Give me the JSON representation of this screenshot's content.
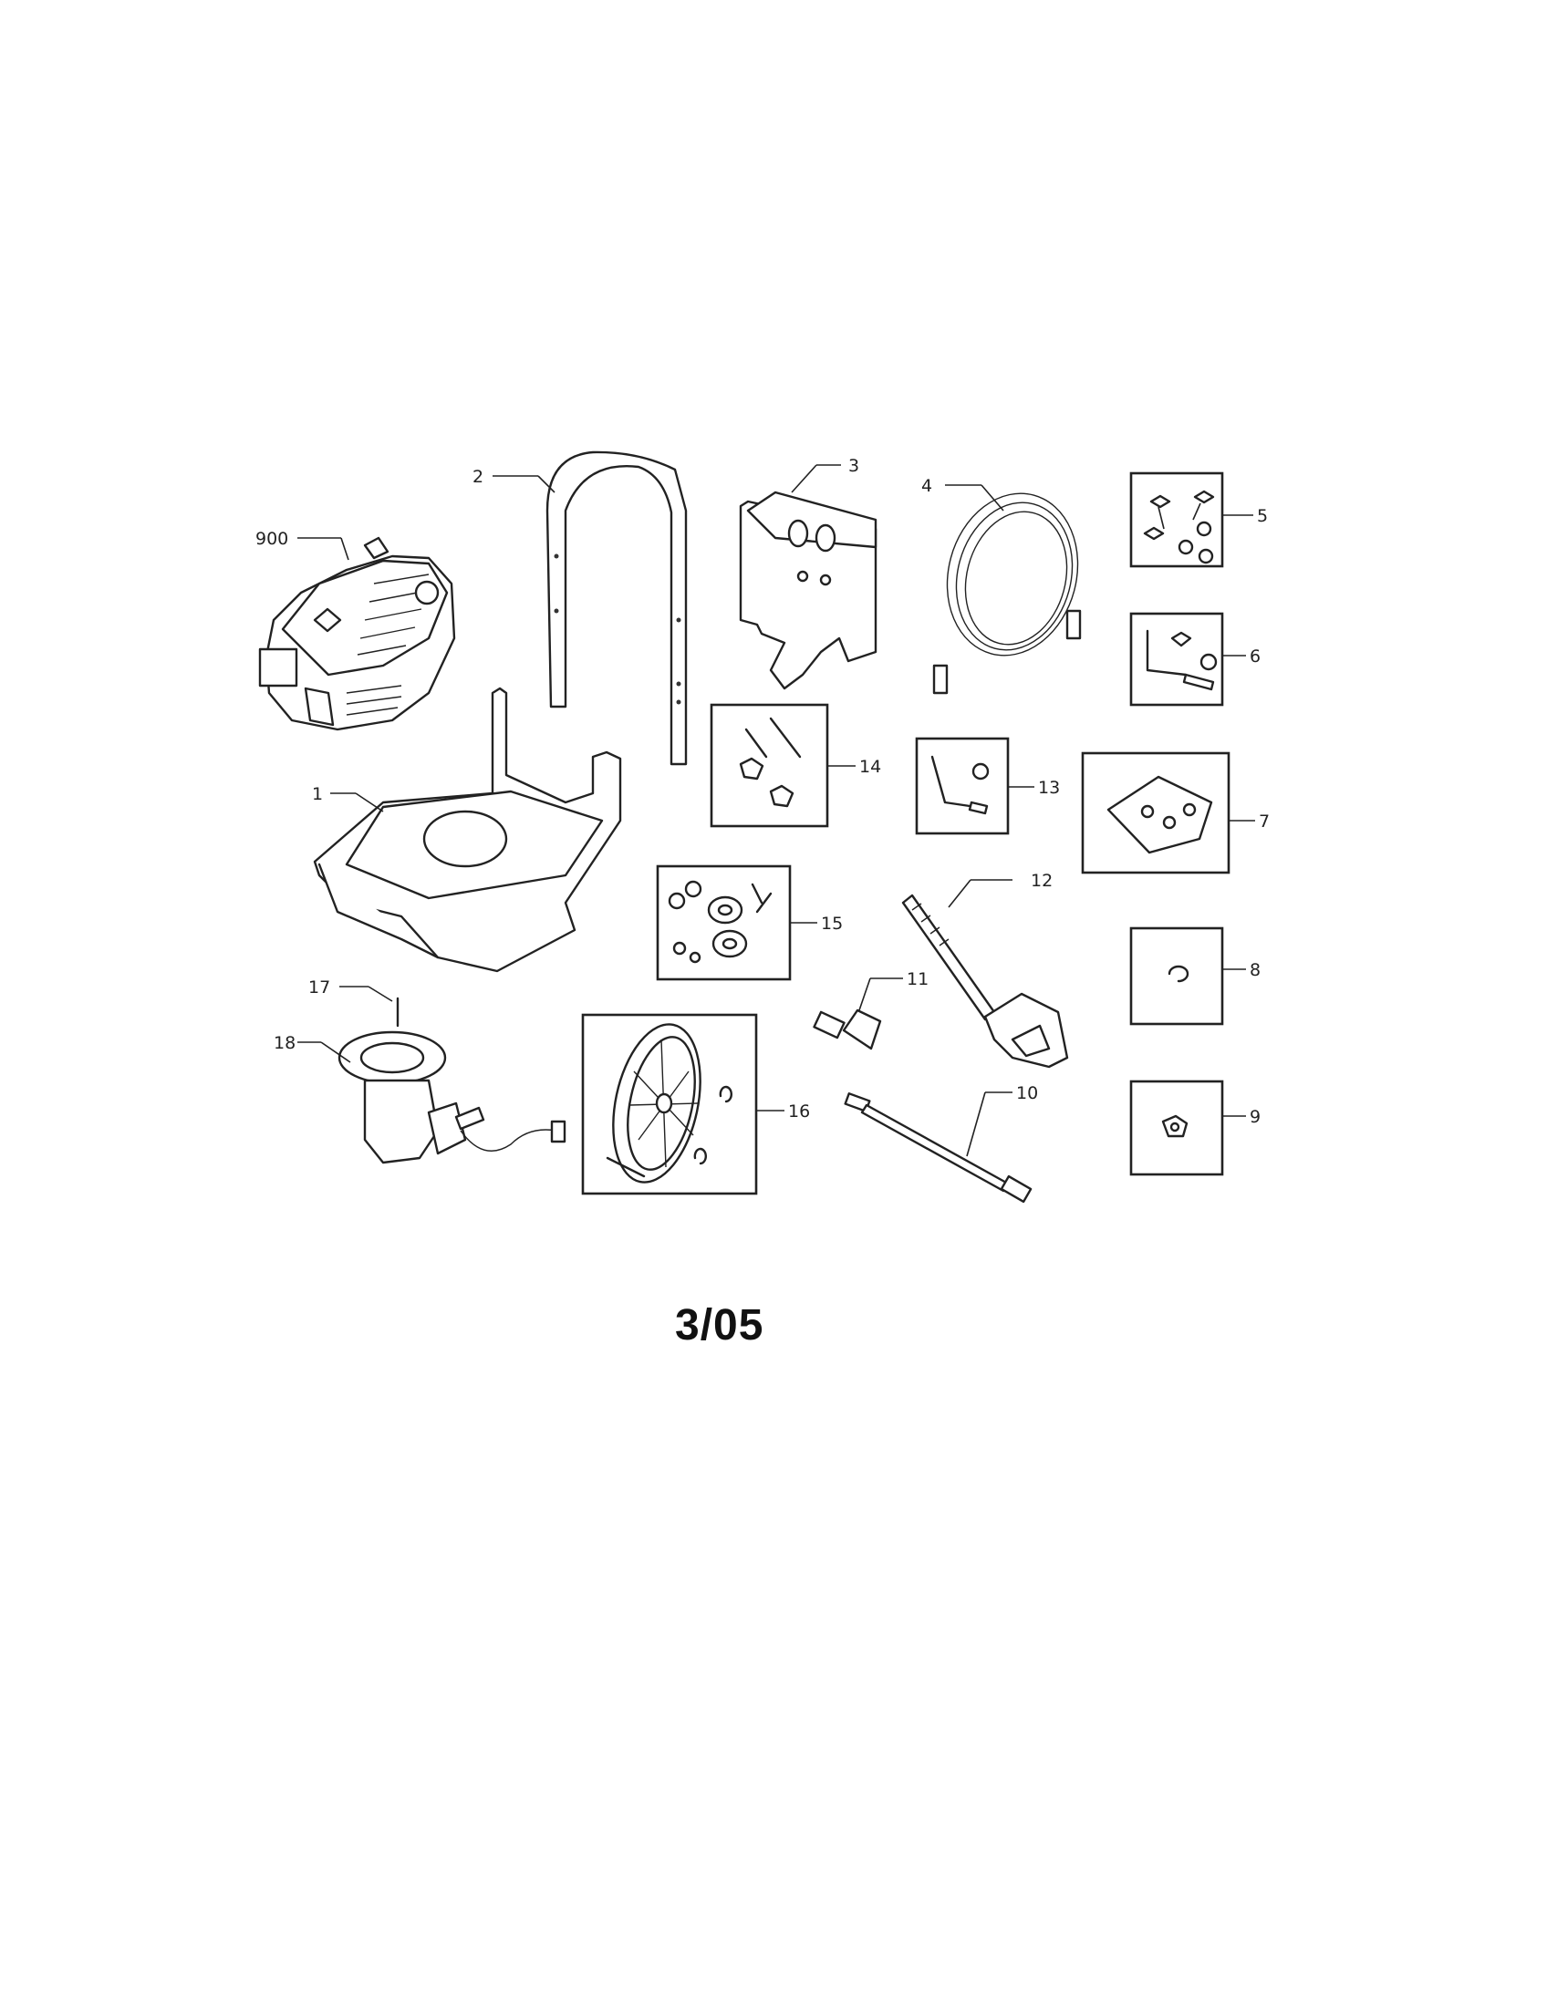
{
  "revision": "3/05",
  "parts": [
    {
      "id": "1",
      "label": "1"
    },
    {
      "id": "2",
      "label": "2"
    },
    {
      "id": "3",
      "label": "3"
    },
    {
      "id": "4",
      "label": "4"
    },
    {
      "id": "5",
      "label": "5"
    },
    {
      "id": "6",
      "label": "6"
    },
    {
      "id": "7",
      "label": "7"
    },
    {
      "id": "8",
      "label": "8"
    },
    {
      "id": "9",
      "label": "9"
    },
    {
      "id": "10",
      "label": "10"
    },
    {
      "id": "11",
      "label": "11"
    },
    {
      "id": "12",
      "label": "12"
    },
    {
      "id": "13",
      "label": "13"
    },
    {
      "id": "14",
      "label": "14"
    },
    {
      "id": "15",
      "label": "15"
    },
    {
      "id": "16",
      "label": "16"
    },
    {
      "id": "17",
      "label": "17"
    },
    {
      "id": "18",
      "label": "18"
    },
    {
      "id": "900",
      "label": "900"
    }
  ]
}
